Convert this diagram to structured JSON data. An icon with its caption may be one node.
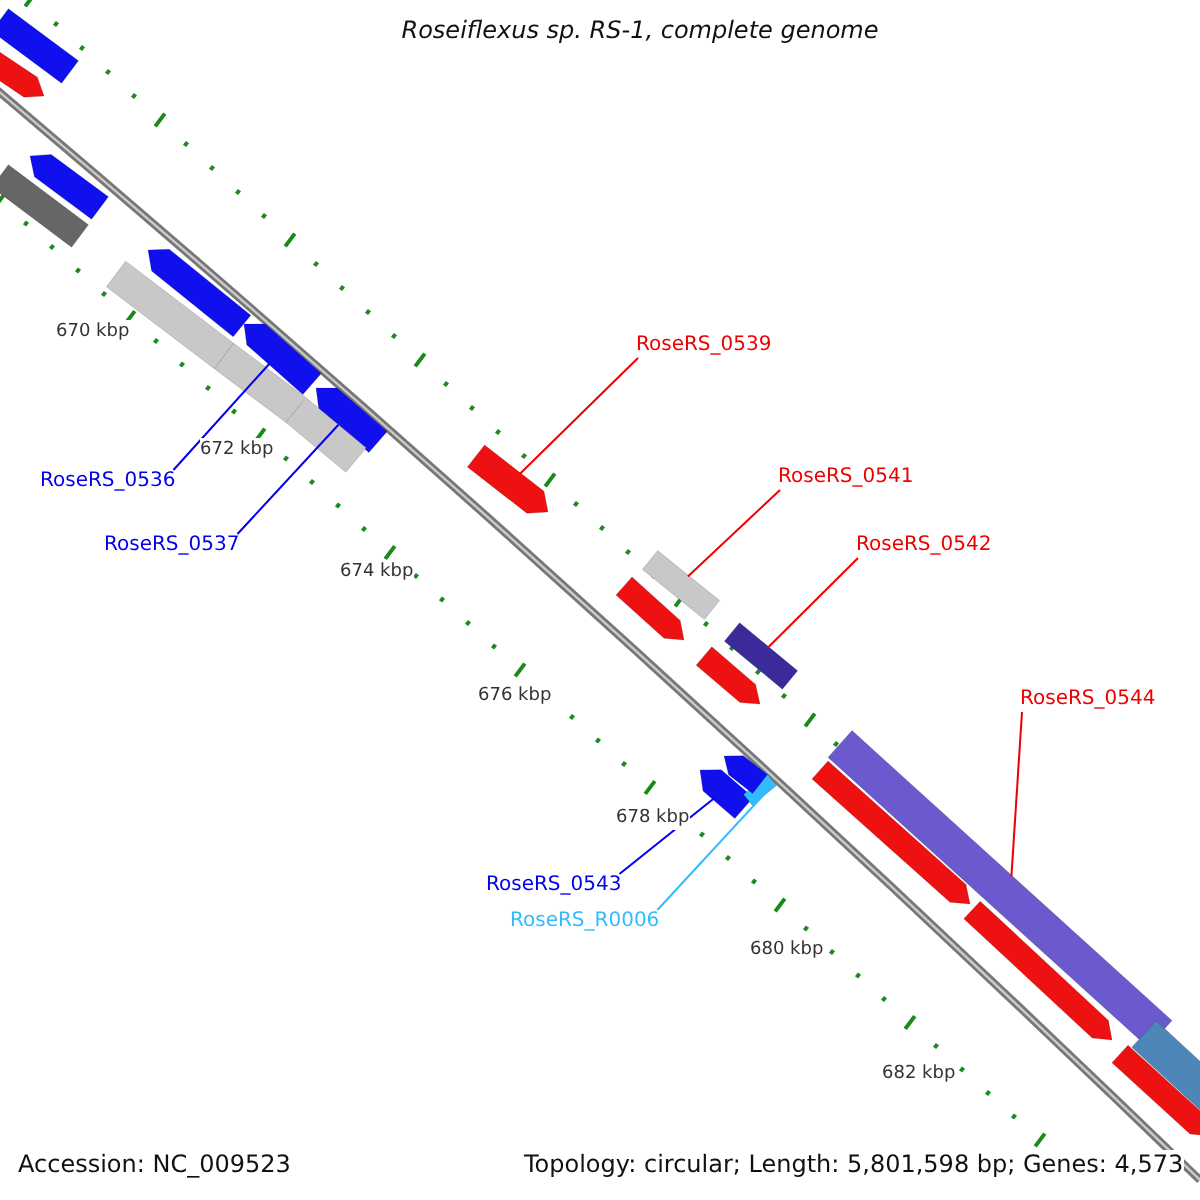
{
  "diagram": {
    "title": "Roseiflexus sp. RS-1, complete genome",
    "nodes": [
      {
        "text": [
          "RoseRS_0536"
        ]
      },
      {
        "text": [],
        "shape": "bar"
      },
      {
        "text": [
          "RoseRS_0537"
        ]
      },
      {
        "text": [],
        "shape": "bar"
      },
      {
        "text": [
          "RoseRS_0539"
        ]
      },
      {
        "text": [],
        "shape": "bar"
      },
      {
        "text": [
          "RoseRS_0541"
        ]
      },
      {
        "text": [],
        "shape": "bar"
      },
      {
        "text": [
          "RoseRS_0542"
        ]
      },
      {
        "text": [],
        "shape": "bar"
      },
      {
        "text": [
          "RoseRS_0544"
        ]
      },
      {
        "text": [],
        "shape": "bar"
      },
      {
        "text": [
          "RoseRS_0543"
        ]
      },
      {
        "text": [],
        "shape": "bar"
      },
      {
        "text": [
          "RoseRS_R0006"
        ]
      },
      {
        "text": [],
        "shape": "bar"
      },
      {
        "text": [],
        "shape": "bar"
      },
      {
        "text": [],
        "shape": "bar"
      },
      {
        "text": [],
        "shape": "bar"
      },
      {
        "text": [],
        "shape": "bar"
      },
      {
        "text": [],
        "shape": "bar"
      },
      {
        "text": [],
        "shape": "bar"
      },
      {
        "text": [],
        "shape": "bar"
      },
      {
        "text": [],
        "shape": "bar"
      },
      {
        "text": [],
        "shape": "bar"
      },
      {
        "text": [],
        "shape": "bar"
      },
      {
        "text": [],
        "shape": "bar"
      },
      {
        "text": [],
        "shape": "bar"
      },
      {
        "text": [],
        "shape": "bar"
      },
      {
        "text": [],
        "shape": "bar"
      },
      {
        "text": [],
        "shape": "bar"
      }
    ],
    "edges": [
      {
        "from": 0,
        "to": 1,
        "arrow": "none",
        "color": "#0000ee"
      },
      {
        "from": 2,
        "to": 3,
        "arrow": "none",
        "color": "#0000ee"
      },
      {
        "from": 4,
        "to": 5,
        "arrow": "none"
      },
      {
        "from": 6,
        "to": 7,
        "arrow": "none"
      },
      {
        "from": 8,
        "to": 9,
        "arrow": "none"
      },
      {
        "from": 10,
        "to": 11,
        "arrow": "none"
      },
      {
        "from": 12,
        "to": 13,
        "arrow": "none",
        "color": "#0000ee"
      },
      {
        "from": 14,
        "to": 15,
        "arrow": "none",
        "color": "#33bbff"
      }
    ],
    "labels": [
      "670 kbp",
      "672 kbp",
      "674 kbp",
      "676 kbp",
      "678 kbp",
      "680 kbp",
      "682 kbp",
      "Accession: NC_009523",
      "Topology: circular; Length: 5,801,598 bp; Genes: 4,573"
    ]
  }
}
